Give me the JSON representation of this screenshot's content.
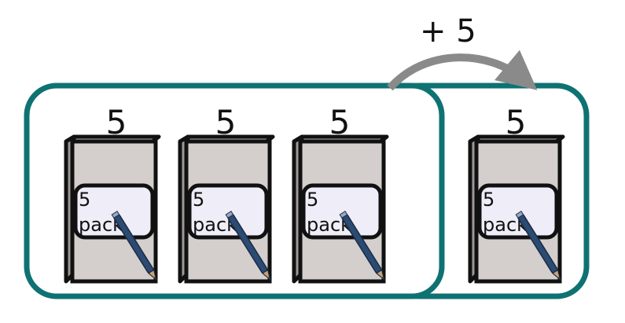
{
  "diagram": {
    "increment_label": "+ 5",
    "groups": [
      {
        "packs": [
          {
            "count": "5",
            "label_line1": "5",
            "label_line2": "pack"
          },
          {
            "count": "5",
            "label_line1": "5",
            "label_line2": "pack"
          },
          {
            "count": "5",
            "label_line1": "5",
            "label_line2": "pack"
          }
        ]
      },
      {
        "packs": [
          {
            "count": "5",
            "label_line1": "5",
            "label_line2": "pack"
          }
        ]
      }
    ]
  },
  "colors": {
    "group_border": "#0f7272",
    "pack_fill": "#d4cfcd",
    "label_fill": "#efedf8",
    "arrow": "#8a8a8a",
    "pencil_body": "#2b4b72",
    "pencil_tip": "#c9a46f"
  },
  "icons": [
    "pencil-icon",
    "curved-arrow-icon"
  ]
}
